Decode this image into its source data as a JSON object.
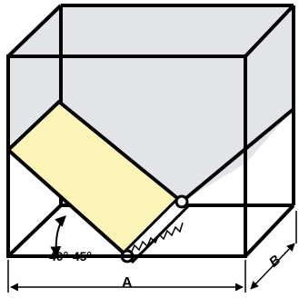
{
  "labels": {
    "angle": "40°-45°",
    "dim_a": "A",
    "dim_b": "B"
  },
  "colors": {
    "background": "#ffffff",
    "box_fill": "#e3e4e8",
    "box_stroke": "#000000",
    "panel_fill": "#fdf4b8",
    "rail_fill": "#ffffff"
  }
}
